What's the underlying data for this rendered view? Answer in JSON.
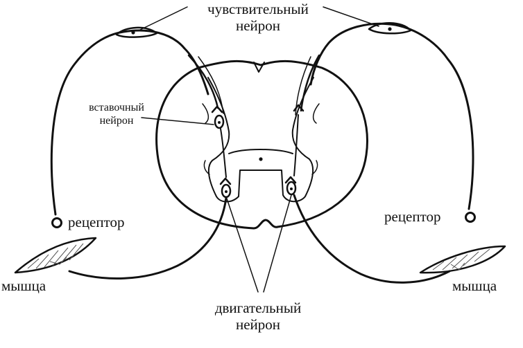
{
  "labels": {
    "sensory_line1": "чувствительный",
    "sensory_line2": "нейрон",
    "inter_line1": "вставочный",
    "inter_line2": "нейрон",
    "receptor_left": "рецептор",
    "receptor_right": "рецептор",
    "muscle_left": "мышца",
    "muscle_right": "мышца",
    "motor_line1": "двигательный",
    "motor_line2": "нейрон"
  },
  "colors": {
    "ink": "#111111",
    "background": "#ffffff",
    "muscle_hatch": "#555555"
  }
}
